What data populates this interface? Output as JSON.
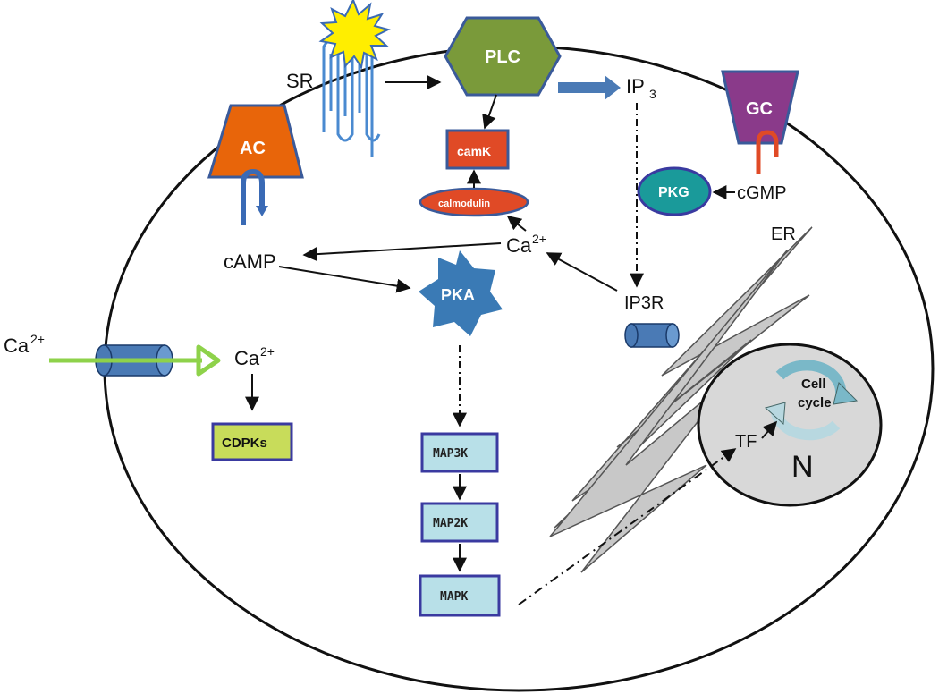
{
  "labels": {
    "sr": "SR",
    "plc": "PLC",
    "ip3": "IP",
    "ip3_sub": "3",
    "gc": "GC",
    "ac": "AC",
    "camk": "camK",
    "calmodulin": "calmodulin",
    "pkg": "PKG",
    "cgmp": "cGMP",
    "er": "ER",
    "ca_inner": "Ca",
    "ca_inner_sup": "2+",
    "camp": "cAMP",
    "pka": "PKA",
    "ip3r": "IP3R",
    "ca_outside": "Ca",
    "ca_outside_sup": "2+",
    "ca_channel": "Ca",
    "ca_channel_sup": "2+",
    "cdpks": "CDPKs",
    "map3k": "MAP3K",
    "map2k": "MAP2K",
    "mapk": "MAPK",
    "cell_cycle_1": "Cell",
    "cell_cycle_2": "cycle",
    "tf": "TF",
    "nucleus": "N"
  },
  "colors": {
    "plc": "#7a9a3a",
    "ac": "#e8650a",
    "gc": "#8a3a8a",
    "camk": "#e04a26",
    "calmodulin": "#e04a26",
    "pkg": "#1a9a9a",
    "pka": "#3a7ab5",
    "cdpks": "#c8dc5a",
    "map_box": "#b8e0e8",
    "box_border": "#3a3aa0",
    "channel": "#4a7ab5",
    "green_arrow": "#8ed24a",
    "er": "#c8c8c8",
    "nucleus": "#d8d8d8",
    "receptor": "#4a8ad0",
    "sun": "#ffee00"
  },
  "icons": {
    "signal": "sun-burst-icon",
    "receptor": "seven-tm-receptor-icon",
    "channel": "ion-channel-icon",
    "cell_cycle": "circular-arrows-icon"
  }
}
